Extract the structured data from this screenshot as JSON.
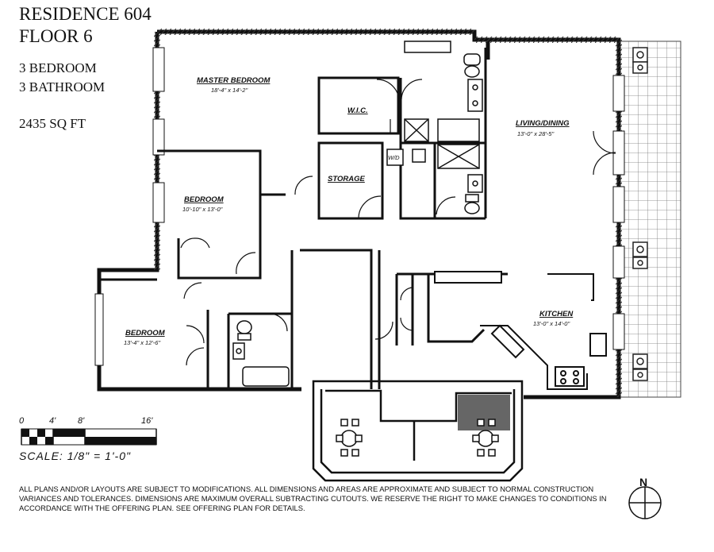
{
  "header": {
    "title_line1": "RESIDENCE 604",
    "title_line2": "FLOOR 6",
    "bedrooms": "3 BEDROOM",
    "bathrooms": "3 BATHROOM",
    "area": "2435 SQ FT"
  },
  "rooms": {
    "master_bedroom": {
      "label": "MASTER BEDROOM",
      "dims": "18'-4\" x 14'-2\""
    },
    "wic": {
      "label": "W.I.C."
    },
    "storage": {
      "label": "STORAGE"
    },
    "wd": {
      "label": "W/D"
    },
    "living_dining": {
      "label": "LIVING/DINING",
      "dims": "13'-0\" x 28'-5\""
    },
    "bedroom_2": {
      "label": "BEDROOM",
      "dims": "10'-10\" x 13'-0\""
    },
    "bedroom_3": {
      "label": "BEDROOM",
      "dims": "13'-4\" x 12'-6\""
    },
    "kitchen": {
      "label": "KITCHEN",
      "dims": "13'-0\" x 14'-0\""
    }
  },
  "scale": {
    "ticks": [
      "0",
      "4'",
      "8'",
      "16'"
    ],
    "label": "SCALE: 1/8\" = 1'-0\""
  },
  "disclaimer": "ALL PLANS AND/OR LAYOUTS ARE SUBJECT TO MODIFICATIONS.  ALL DIMENSIONS AND AREAS ARE APPROXIMATE AND SUBJECT TO NORMAL CONSTRUCTION VARIANCES AND TOLERANCES.  DIMENSIONS ARE MAXIMUM OVERALL SUBTRACTING CUTOUTS.  WE RESERVE THE RIGHT TO MAKE CHANGES TO CONDITIONS IN ACCORDANCE WITH THE OFFERING PLAN.  SEE OFFERING PLAN FOR DETAILS.",
  "compass": {
    "north_label": "N"
  }
}
